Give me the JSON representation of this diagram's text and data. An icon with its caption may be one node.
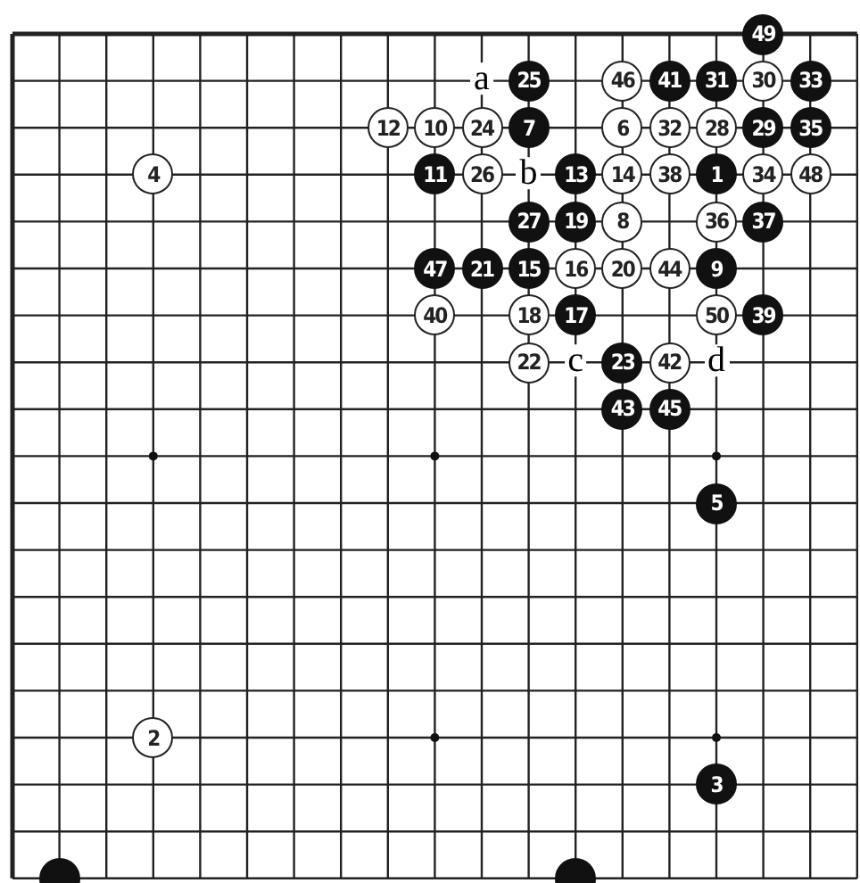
{
  "diagram": {
    "nodes": [
      {
        "text": [
          "49"
        ]
      },
      {
        "text": [
          "25"
        ]
      },
      {
        "text": [
          "46"
        ]
      },
      {
        "text": [
          "41"
        ]
      },
      {
        "text": [
          "31"
        ]
      },
      {
        "text": [
          "30"
        ]
      },
      {
        "text": [
          "33"
        ]
      },
      {
        "text": [
          "12"
        ]
      },
      {
        "text": [
          "10"
        ]
      },
      {
        "text": [
          "24"
        ]
      },
      {
        "text": [
          "7"
        ]
      },
      {
        "text": [
          "6"
        ]
      },
      {
        "text": [
          "32"
        ]
      },
      {
        "text": [
          "28"
        ]
      },
      {
        "text": [
          "29"
        ]
      },
      {
        "text": [
          "35"
        ]
      },
      {
        "text": [
          "4"
        ]
      },
      {
        "text": [
          "11"
        ]
      },
      {
        "text": [
          "26"
        ]
      },
      {
        "text": [
          "13"
        ]
      },
      {
        "text": [
          "14"
        ]
      },
      {
        "text": [
          "38"
        ]
      },
      {
        "text": [
          "1"
        ]
      },
      {
        "text": [
          "34"
        ]
      },
      {
        "text": [
          "48"
        ]
      },
      {
        "text": [
          "27"
        ]
      },
      {
        "text": [
          "19"
        ]
      },
      {
        "text": [
          "8"
        ]
      },
      {
        "text": [
          "36"
        ]
      },
      {
        "text": [
          "37"
        ]
      },
      {
        "text": [
          "47"
        ]
      },
      {
        "text": [
          "21"
        ]
      },
      {
        "text": [
          "15"
        ]
      },
      {
        "text": [
          "16"
        ]
      },
      {
        "text": [
          "20"
        ]
      },
      {
        "text": [
          "44"
        ]
      },
      {
        "text": [
          "9"
        ]
      },
      {
        "text": [
          "40"
        ]
      },
      {
        "text": [
          "18"
        ]
      },
      {
        "text": [
          "17"
        ]
      },
      {
        "text": [
          "50"
        ]
      },
      {
        "text": [
          "39"
        ]
      },
      {
        "text": [
          "22"
        ]
      },
      {
        "text": [
          "23"
        ]
      },
      {
        "text": [
          "42"
        ]
      },
      {
        "text": [
          "43"
        ]
      },
      {
        "text": [
          "45"
        ]
      },
      {
        "text": [
          "5"
        ]
      },
      {
        "text": [
          "2"
        ]
      },
      {
        "text": [
          "3"
        ]
      },
      {
        "text": [],
        "shape": "circle"
      },
      {
        "text": [],
        "shape": "circle"
      }
    ],
    "labels": [
      "a",
      "b",
      "c",
      "d"
    ]
  }
}
